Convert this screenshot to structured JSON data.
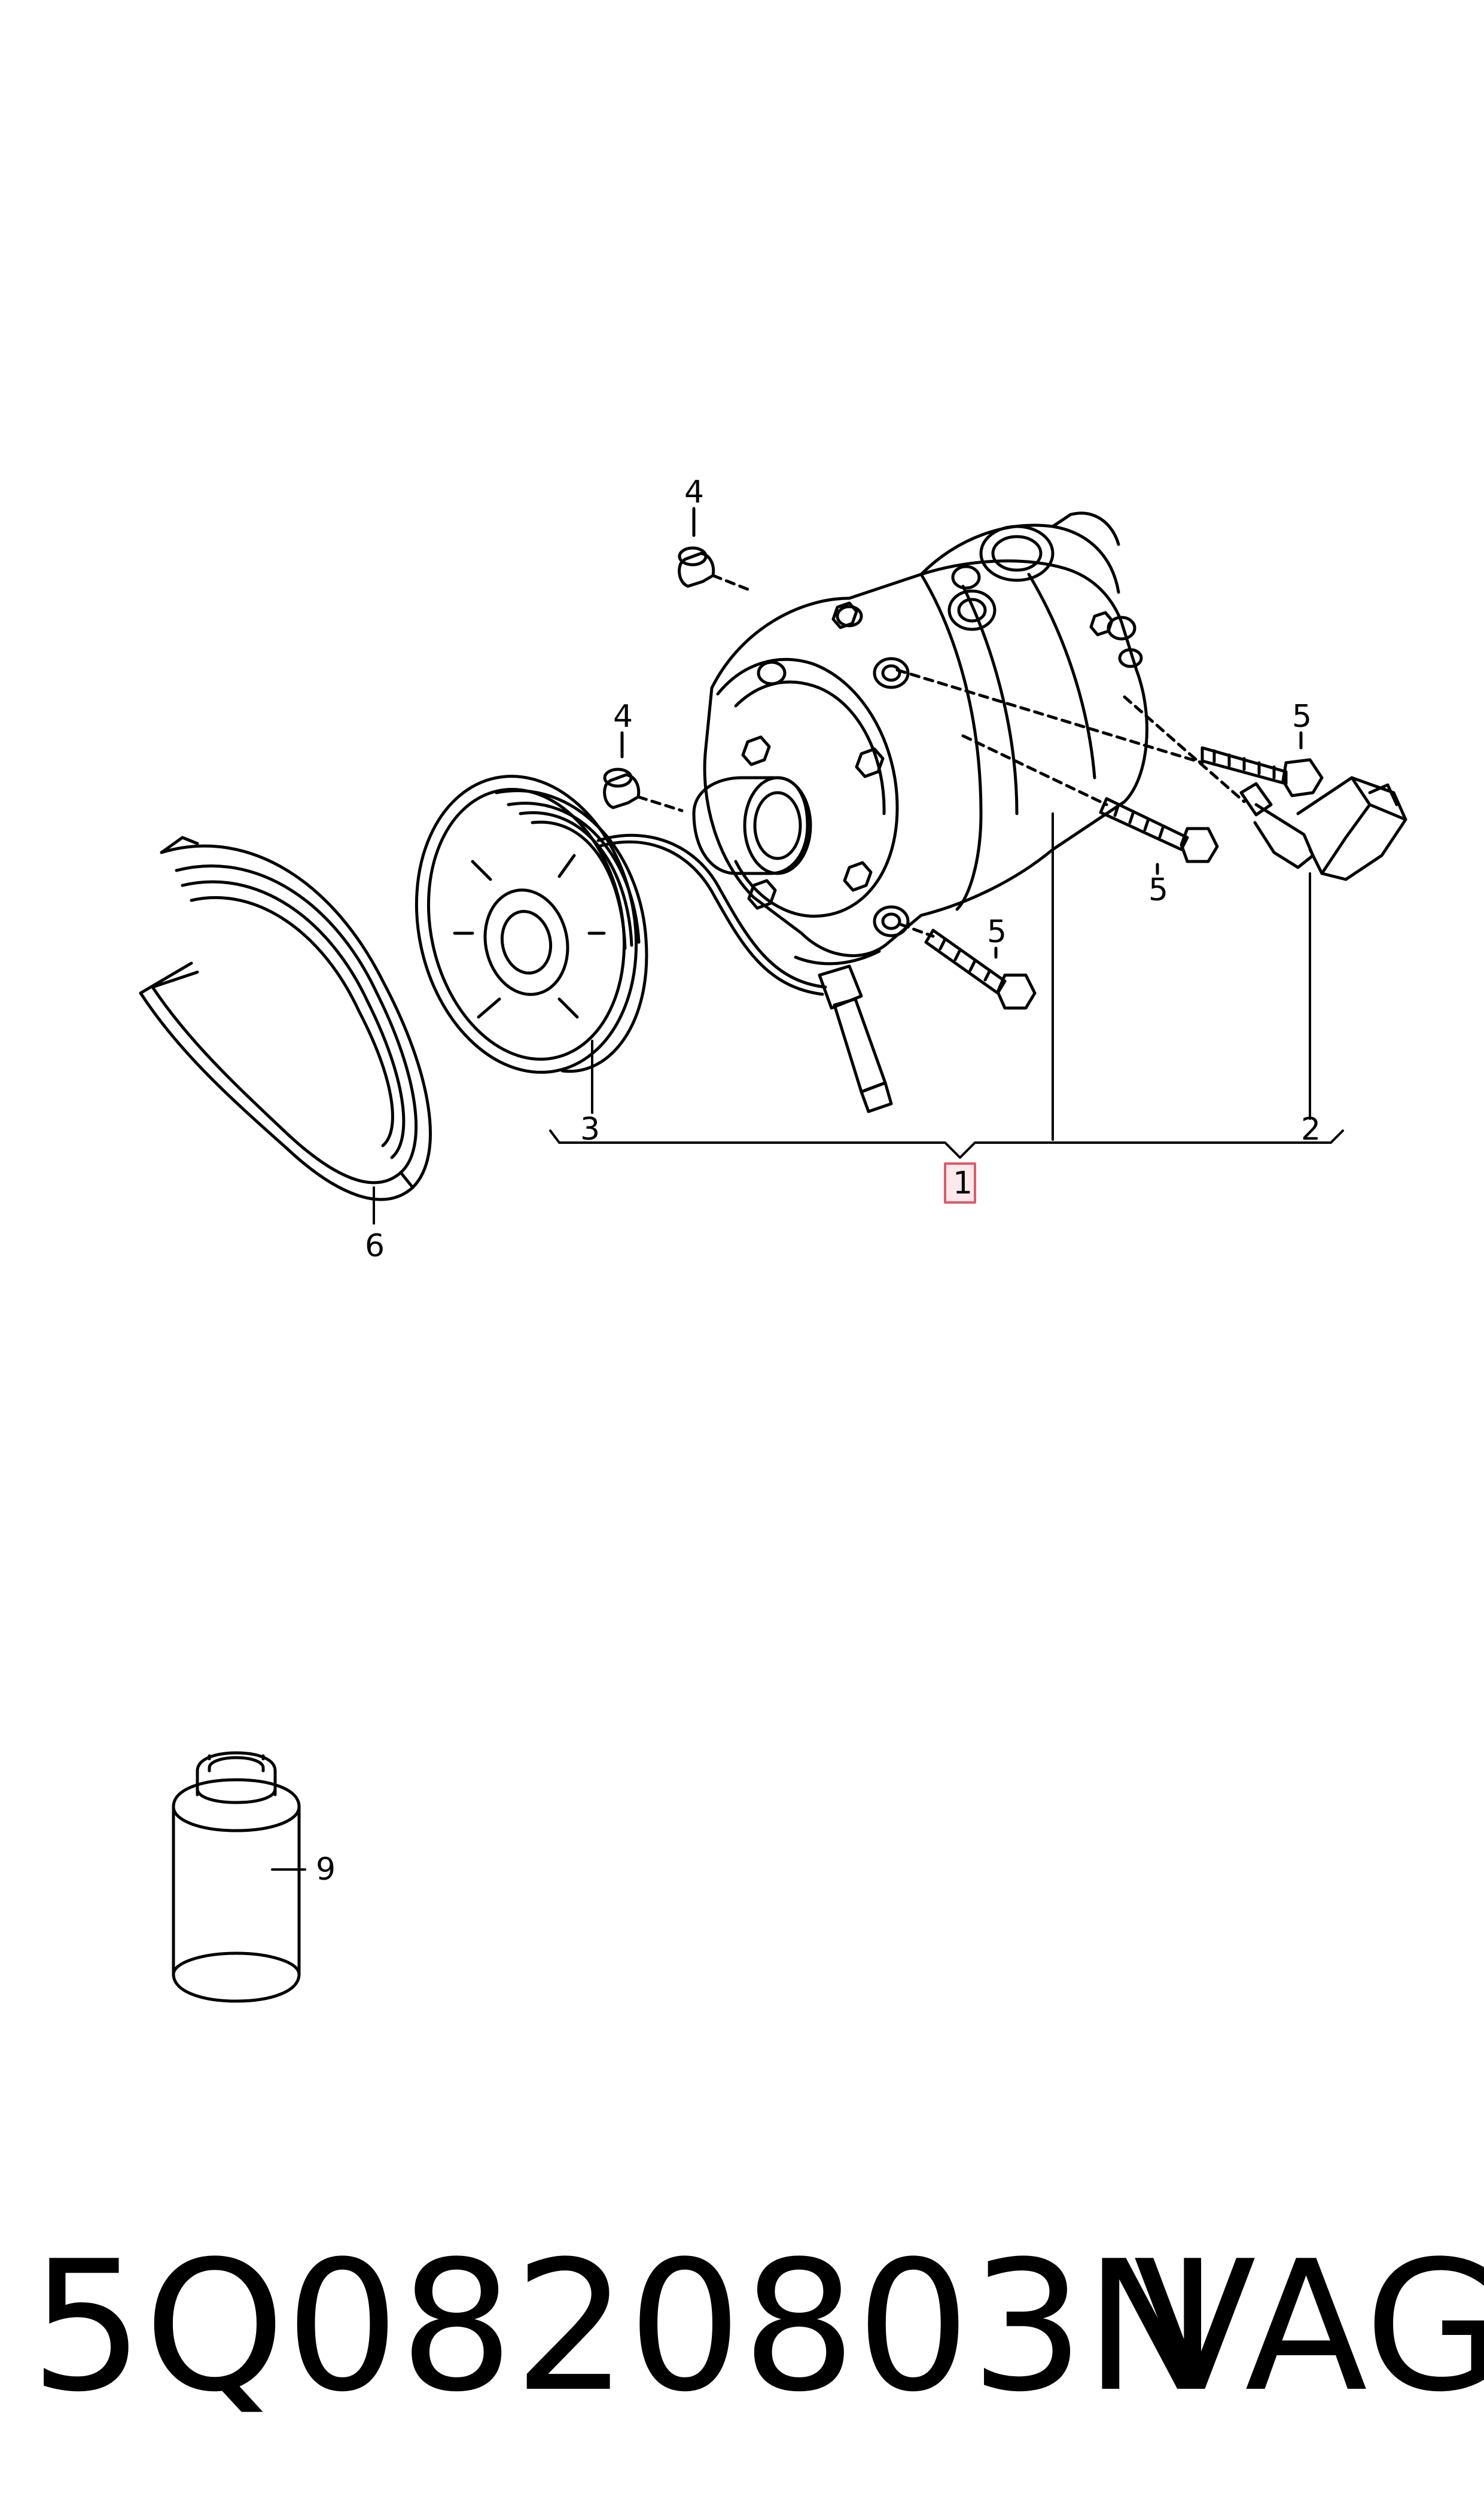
{
  "callouts": {
    "c1": "1",
    "c2": "2",
    "c3": "3",
    "c4a": "4",
    "c4b": "4",
    "c5a": "5",
    "c5b": "5",
    "c5c": "5",
    "c6": "6",
    "c9": "9"
  },
  "footer": {
    "part_number": "5Q0820803N",
    "brand": "VAG"
  },
  "colors": {
    "line": "#000000",
    "highlight_fill": "#fde8ea",
    "highlight_stroke": "#e05a6a"
  },
  "icons": [
    "compressor-icon",
    "pulley-icon",
    "belt-icon",
    "bolt-icon",
    "sleeve-icon",
    "sensor-icon",
    "oil-bottle-icon"
  ]
}
